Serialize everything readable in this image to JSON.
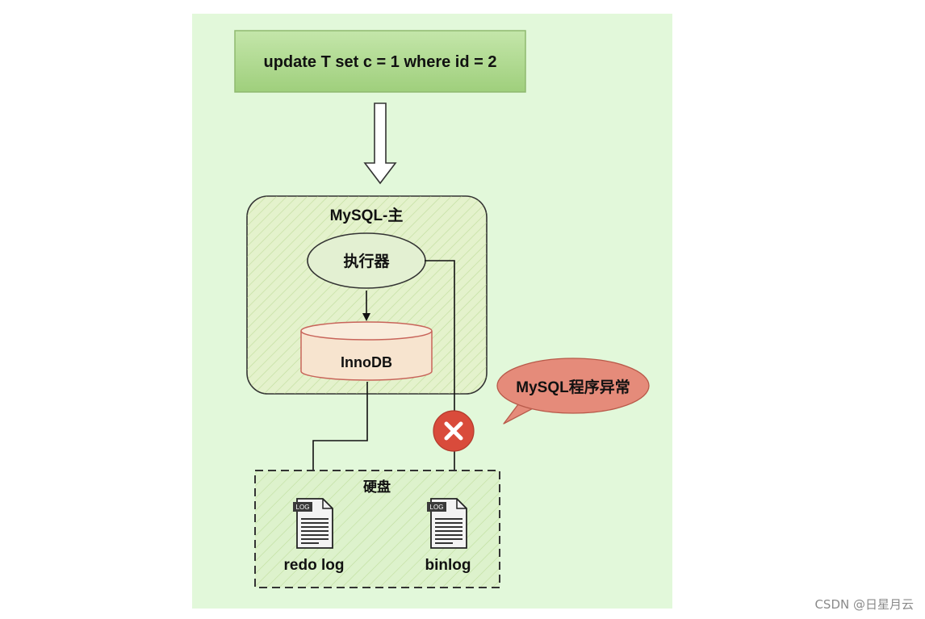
{
  "diagram": {
    "sql_statement": "update T set c = 1 where id = 2",
    "mysql_master_label": "MySQL-主",
    "executor_label": "执行器",
    "innodb_label": "InnoDB",
    "error_callout": "MySQL程序异常",
    "disk_label": "硬盘",
    "redo_log_label": "redo log",
    "binlog_label": "binlog",
    "file_icon_tag": "LOG"
  },
  "watermark": "CSDN @日星月云",
  "colors": {
    "canvas_background": "#e2f8da",
    "sql_box_fill": "#b4dc96",
    "server_box_fill": "#e4f2cc",
    "hatch": "#a9cf7e",
    "executor_fill": "#e3f0d2",
    "innodb_fill": "#f7e4cf",
    "innodb_stroke": "#c8645a",
    "callout_fill": "#e58b7a",
    "error_icon_fill": "#d94b3b"
  }
}
